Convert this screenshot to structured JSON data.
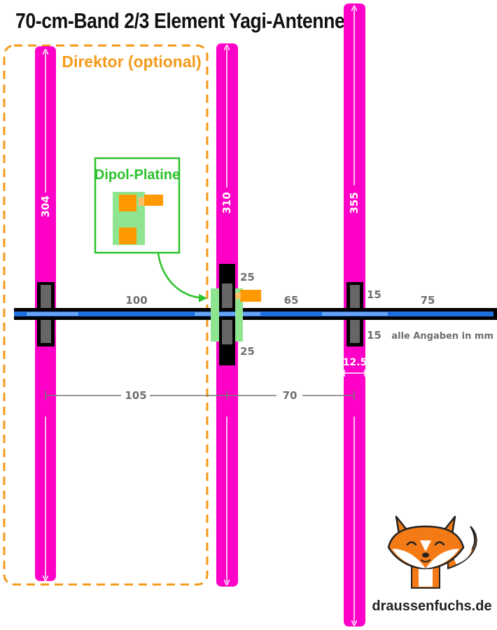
{
  "title": "70-cm-Band 2/3 Element Yagi-Antenne",
  "director_label": "Direktor (optional)",
  "dipole_board_label": "Dipol-Platine",
  "elements": {
    "director": {
      "length": "304"
    },
    "dipole": {
      "length": "310"
    },
    "reflector": {
      "length": "355"
    }
  },
  "boom_dimensions": {
    "director_to_dipole": "100",
    "dipole_to_reflector": "65",
    "reflector_overhang": "75"
  },
  "clamp_dimensions": {
    "dipole_upper": "25",
    "dipole_lower": "25",
    "reflector_upper": "15",
    "reflector_lower": "15",
    "reflector_width": "12.5"
  },
  "spacing": {
    "director_to_dipole": "105",
    "dipole_to_reflector": "70"
  },
  "units_note": "alle Angaben in mm",
  "logo": {
    "text": "draussenfuchs.de",
    "icon": "fox-mascot-icon"
  },
  "colors": {
    "element": "#ff00c8",
    "boom_outer": "#000000",
    "boom_inner": "#1f6fe0",
    "clamp": "#666666",
    "pcb": "#8fe58f",
    "pad": "#ff9900",
    "dashed_box": "#f49a1a",
    "dipole_label": "#2bc22b",
    "dimension": "#777777"
  }
}
